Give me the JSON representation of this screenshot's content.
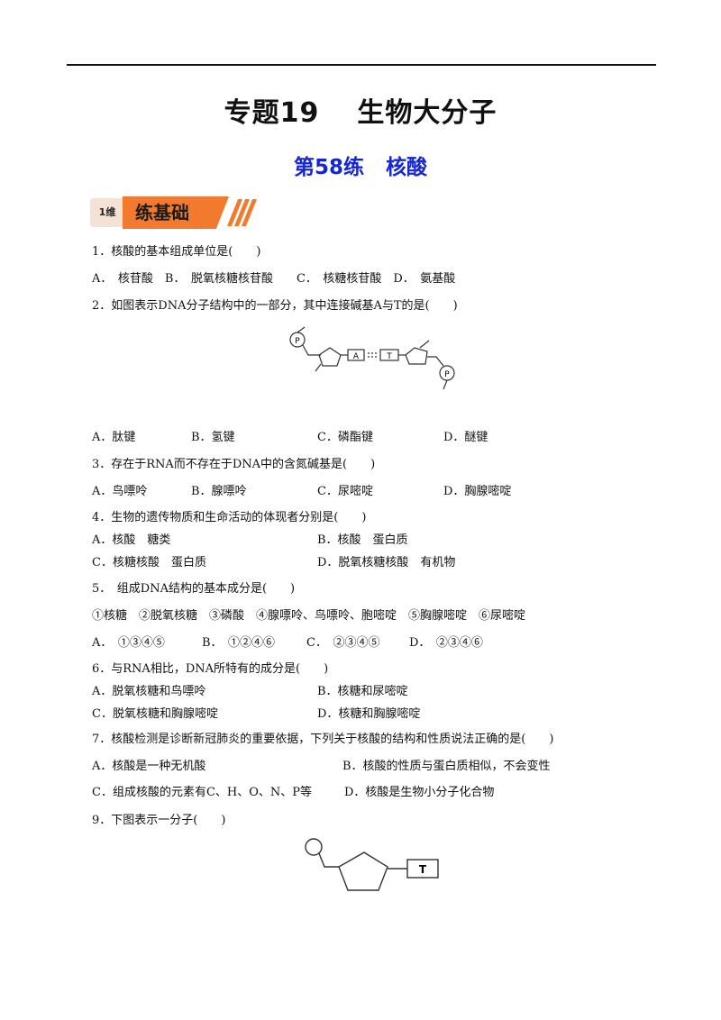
{
  "header": {
    "chapter_title_a": "专题19",
    "chapter_title_b": "生物大分子",
    "lesson_a": "第58练",
    "lesson_b": "核酸"
  },
  "section": {
    "badge": "1维",
    "label": "练基础"
  },
  "q1": {
    "stem": "1．核酸的基本组成单位是(　　)",
    "options": "A．　核苷酸　B．　脱氧核糖核苷酸　　C．　核糖核苷酸　D．　氨基酸"
  },
  "q2": {
    "stem": "2．如图表示DNA分子结构中的一部分，其中连接碱基A与T的是(　　)",
    "fig_labels": {
      "p": "P",
      "a": "A",
      "t": "T"
    },
    "options": [
      "A．肽键",
      "B．氢键",
      "C．磷酯键",
      "D．醚键"
    ]
  },
  "q3": {
    "stem": "3．存在于RNA而不存在于DNA中的含氮碱基是(　　)",
    "options": [
      "A．鸟嘌呤",
      "B．腺嘌呤",
      "C．尿嘧啶",
      "D．胸腺嘧啶"
    ]
  },
  "q4": {
    "stem": "4．生物的遗传物质和生命活动的体现者分别是(　　)",
    "options": [
      "A．核酸　糖类",
      "B．核酸　蛋白质",
      "C．核糖核酸　蛋白质",
      "D．脱氧核糖核酸　有机物"
    ]
  },
  "q5": {
    "stem": "5．　组成DNA结构的基本成分是(　　)",
    "items": "①核糖　②脱氧核糖　③磷酸　④腺嘌呤、鸟嘌呤、胞嘧啶　⑤胸腺嘧啶　⑥尿嘧啶",
    "options": [
      "A．　①③④⑤",
      "B．　①②④⑥",
      "C．　②③④⑤",
      "D．　②③④⑥"
    ]
  },
  "q6": {
    "stem": "6．与RNA相比，DNA所特有的成分是(　　)",
    "options": [
      "A．脱氧核糖和鸟嘌呤",
      "B．核糖和尿嘧啶",
      "C．脱氧核糖和胸腺嘧啶",
      "D．核糖和胸腺嘧啶"
    ]
  },
  "q7": {
    "stem": "7．核酸检测是诊断新冠肺炎的重要依据，下列关于核酸的结构和性质说法正确的是(　　)",
    "options": [
      "A．核酸是一种无机酸",
      "B．核酸的性质与蛋白质相似，不会变性",
      "C．组成核酸的元素有C、H、O、N、P等",
      "D．核酸是生物小分子化合物"
    ]
  },
  "q9": {
    "stem": "9．下图表示一分子(　　)",
    "fig_label": "T"
  }
}
